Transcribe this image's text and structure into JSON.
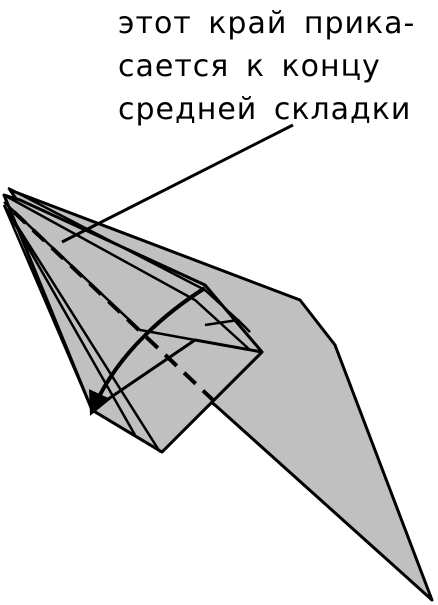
{
  "annotation": {
    "lines": [
      "этот край прика-",
      "сается к концу",
      "средней складки"
    ]
  },
  "colors": {
    "paper_fill": "#c0c0c0",
    "stroke": "#000000",
    "background": "#ffffff"
  },
  "symbols": {
    "fold_line": "valley-fold-dashed-line",
    "fold_arrow": "curved-fold-arrow",
    "leader": "annotation-leader-line"
  }
}
